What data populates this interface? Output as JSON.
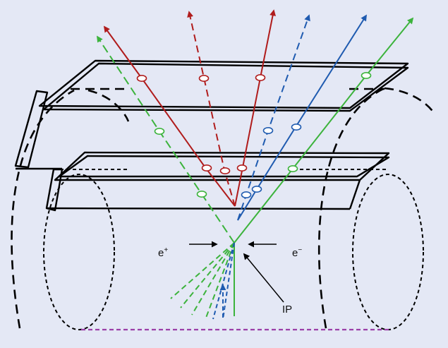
{
  "labels": {
    "positron_base": "e",
    "positron_charge": "+",
    "electron_base": "e",
    "electron_charge": "−",
    "interaction_point": "IP"
  },
  "colors": {
    "background": "#e4e8f5",
    "red_track": "#b01c1c",
    "blue_track": "#1f5bb0",
    "green_track": "#3cb33c",
    "beam_line": "#9b3fa8",
    "detector": "#000000"
  }
}
